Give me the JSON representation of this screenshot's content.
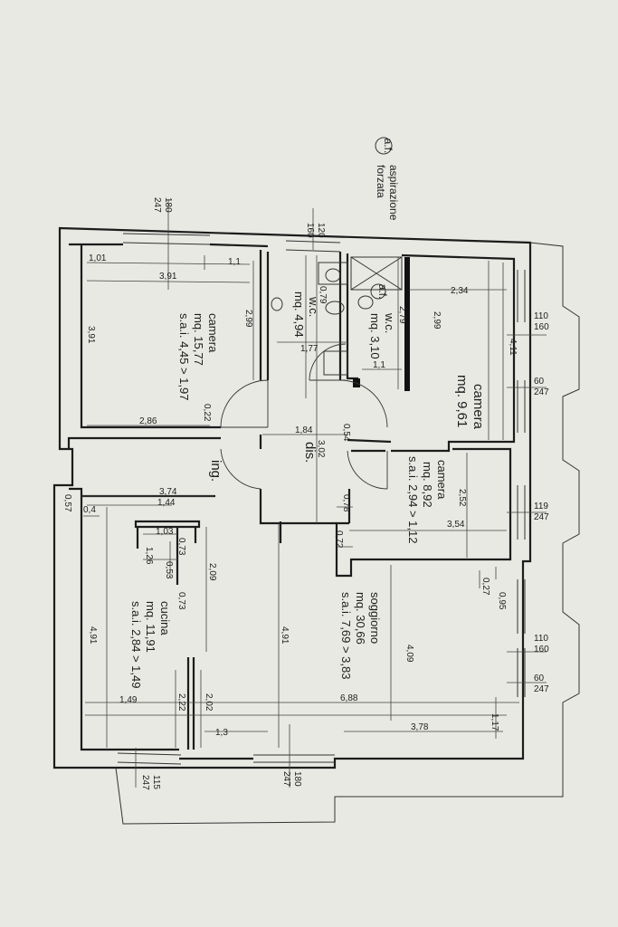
{
  "legend": {
    "symbol": "a.f.",
    "line1": "aspirazione",
    "line2": "forzata"
  },
  "rooms": {
    "camera_1": {
      "name": "camera",
      "area": "mq. 15,77",
      "sai": "s.a.i. 4,45 > 1,97"
    },
    "camera_2": {
      "name": "camera",
      "area": "mq. 9,61"
    },
    "camera_3": {
      "name": "camera",
      "area": "mq. 8,92",
      "sai": "s.a.i. 2,94 > 1,12"
    },
    "wc_1": {
      "name": "w.c.",
      "area": "mq. 4,94"
    },
    "wc_2": {
      "name": "w.c.",
      "area": "mq. 3,10",
      "af": "a.f."
    },
    "dis": {
      "name": "dis."
    },
    "ing": {
      "name": "ing."
    },
    "soggiorno": {
      "name": "soggiorno",
      "area": "mq. 30,66",
      "sai": "s.a.i. 7,69 > 3,83"
    },
    "cucina": {
      "name": "cucina",
      "area": "mq. 11,91",
      "sai": "s.a.i. 2,84 > 1,49"
    }
  },
  "windows": {
    "w1": {
      "a": "180",
      "b": "247"
    },
    "w2": {
      "a": "120",
      "b": "160"
    },
    "w3": {
      "a": "110",
      "b": "160"
    },
    "w4": {
      "a": "60",
      "b": "247"
    },
    "w5": {
      "a": "119",
      "b": "247"
    },
    "w6": {
      "a": "110",
      "b": "160"
    },
    "w7": {
      "a": "60",
      "b": "247"
    },
    "w8": {
      "a": "115",
      "b": "247"
    },
    "w9": {
      "a": "180",
      "b": "247"
    }
  },
  "dims": {
    "d101": "1,01",
    "d11a": "1,1",
    "d391a": "3,91",
    "d391b": "3,91",
    "d299a": "2,99",
    "d286": "2,86",
    "d022": "0,22",
    "d079": "0,79",
    "d177": "1,77",
    "d184": "1,84",
    "d302": "3,02",
    "d054": "0,54",
    "d279": "2,79",
    "d11b": "1,1",
    "d234": "2,34",
    "d299b": "2,99",
    "d411": "4,11",
    "d252": "2,52",
    "d354": "3,54",
    "d078": "0,78",
    "d072": "0,72",
    "d374": "3,74",
    "d144": "1,44",
    "d057": "0,57",
    "d04": "0,4",
    "d103": "1,03",
    "d073a": "0,73",
    "d126": "1,26",
    "d053": "0,53",
    "d073b": "0,73",
    "d209": "2,09",
    "d095": "0,95",
    "d027": "0,27",
    "d409": "4,09",
    "d491a": "4,91",
    "d491b": "4,91",
    "d149": "1,49",
    "d222": "2,22",
    "d202": "2,02",
    "d688": "6,88",
    "d378": "3,78",
    "d13": "1,3",
    "d117": "1,17"
  }
}
